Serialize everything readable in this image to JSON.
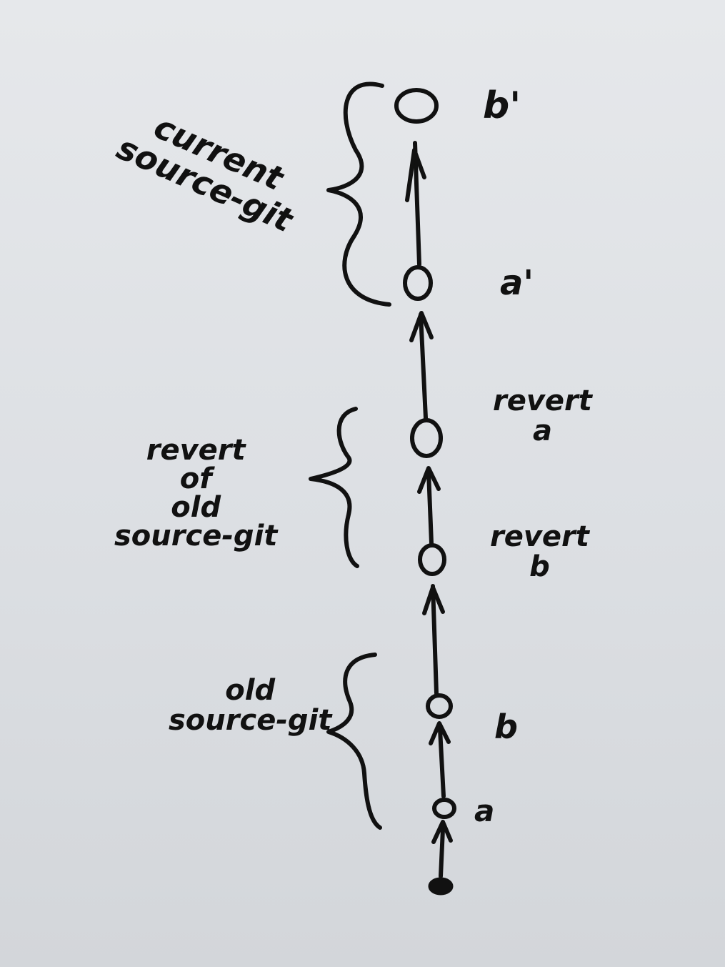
{
  "commits": [
    {
      "id": "root",
      "label": "",
      "filled": true
    },
    {
      "id": "a",
      "label": "a",
      "filled": false
    },
    {
      "id": "b",
      "label": "b",
      "filled": false
    },
    {
      "id": "revert-b",
      "label_lines": [
        "revert",
        "b"
      ],
      "filled": false
    },
    {
      "id": "revert-a",
      "label_lines": [
        "revert",
        "a"
      ],
      "filled": false
    },
    {
      "id": "a-prime",
      "label": "a'",
      "filled": false
    },
    {
      "id": "b-prime",
      "label": "b'",
      "filled": false
    }
  ],
  "groups": [
    {
      "id": "old-source-git",
      "lines": [
        "old",
        "source-git"
      ]
    },
    {
      "id": "revert-of-old-source-git",
      "lines": [
        "revert",
        "of",
        "old",
        "source-git"
      ]
    },
    {
      "id": "current-source-git",
      "lines": [
        "current",
        "source-git"
      ]
    }
  ]
}
